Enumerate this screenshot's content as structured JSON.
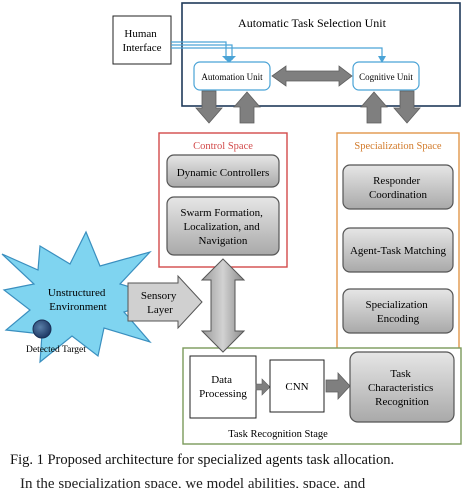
{
  "diagram": {
    "human_interface": [
      "Human",
      "Interface"
    ],
    "automatic_task_selection_unit": "Automatic Task Selection Unit",
    "automation_unit": "Automation Unit",
    "cognitive_unit": "Cognitive Unit",
    "control_space": {
      "title": "Control Space",
      "blocks": [
        [
          "Dynamic Controllers"
        ],
        [
          "Swarm Formation,",
          "Localization, and",
          "Navigation"
        ]
      ]
    },
    "specialization_space": {
      "title": "Specialization Space",
      "blocks": [
        [
          "Responder",
          "Coordination"
        ],
        [
          "Agent-Task Matching"
        ],
        [
          "Specialization",
          "Encoding"
        ]
      ]
    },
    "unstructured_environment": [
      "Unstructured",
      "Environment"
    ],
    "detected_target": "Detected Target",
    "sensory_layer": [
      "Sensory",
      "Layer"
    ],
    "task_recognition_stage": {
      "title": "Task Recognition Stage",
      "data_processing": [
        "Data",
        "Processing"
      ],
      "cnn": "CNN",
      "task_characteristics": [
        "Task",
        "Characteristics",
        "Recognition"
      ]
    },
    "colors": {
      "red_frame": "#d24a4a",
      "orange_frame": "#e0964a",
      "green_frame": "#7a9a5a",
      "navy_frame": "#1f3a5a",
      "light_blue": "#4aa3d6",
      "burst": "#7fd4f0",
      "gray_block": "#bdbdbd",
      "arrow_gray": "#8c8c8c"
    }
  },
  "caption": "Fig. 1 Proposed architecture for specialized agents task allocation.",
  "cutoff_text": "In the specialization space, we model abilities, space, and"
}
